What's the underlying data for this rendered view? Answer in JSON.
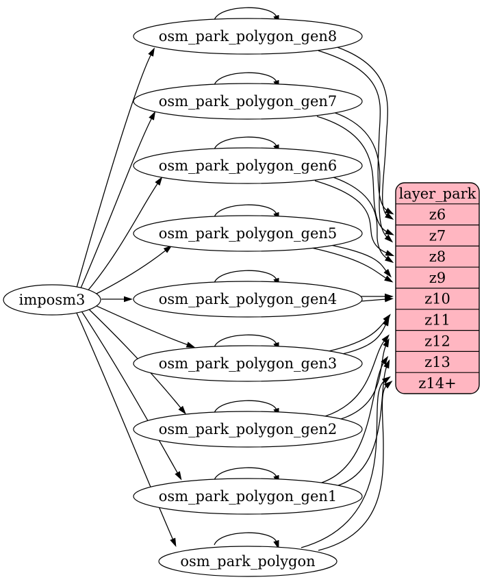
{
  "diagram": {
    "source_node": {
      "label": "imposm3"
    },
    "table_nodes": [
      {
        "id": "gen8",
        "label": "osm_park_polygon_gen8",
        "maps_to": "z6",
        "self_loop": true
      },
      {
        "id": "gen7",
        "label": "osm_park_polygon_gen7",
        "maps_to": "z7",
        "self_loop": true
      },
      {
        "id": "gen6",
        "label": "osm_park_polygon_gen6",
        "maps_to": "z8",
        "self_loop": true
      },
      {
        "id": "gen5",
        "label": "osm_park_polygon_gen5",
        "maps_to": "z9",
        "self_loop": true
      },
      {
        "id": "gen4",
        "label": "osm_park_polygon_gen4",
        "maps_to": "z10",
        "self_loop": true
      },
      {
        "id": "gen3",
        "label": "osm_park_polygon_gen3",
        "maps_to": "z11",
        "self_loop": true
      },
      {
        "id": "gen2",
        "label": "osm_park_polygon_gen2",
        "maps_to": "z12",
        "self_loop": true
      },
      {
        "id": "gen1",
        "label": "osm_park_polygon_gen1",
        "maps_to": "z13",
        "self_loop": true
      },
      {
        "id": "polygon",
        "label": "osm_park_polygon",
        "maps_to": "z14+",
        "self_loop": true
      }
    ],
    "layer_record": {
      "title": "layer_park",
      "rows": [
        "z6",
        "z7",
        "z8",
        "z9",
        "z10",
        "z11",
        "z12",
        "z13",
        "z14+"
      ]
    },
    "colors": {
      "record_fill": "#ffb6c1",
      "node_fill": "#ffffff",
      "stroke": "#000000",
      "background": "#ffffff"
    }
  }
}
